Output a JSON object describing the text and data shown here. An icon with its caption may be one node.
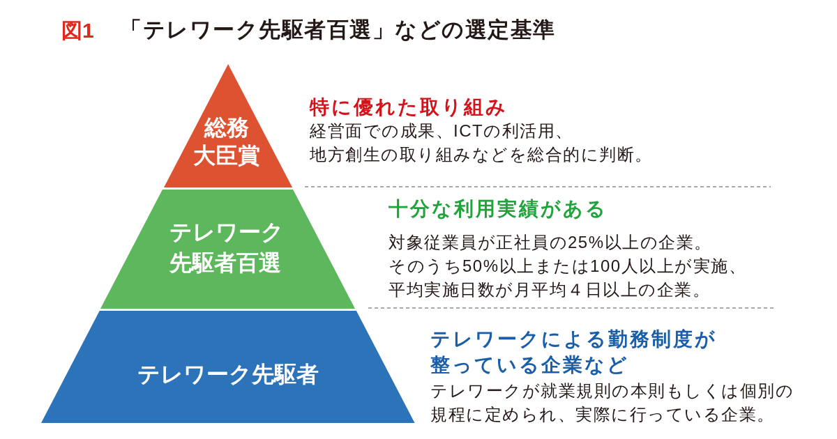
{
  "diagram": {
    "title": "「テレワーク先駆者百選」などの選定基準",
    "nodes": [
      {
        "text": [
          "総務大臣賞"
        ],
        "beside": [
          "特に優れた取り組み",
          "経営面での成果、ICTの利活用、地方創生の取り組みなどを総合的に判断。"
        ]
      },
      {
        "text": [
          "テレワーク先駆者百選"
        ],
        "beside": [
          "十分な利用実績がある",
          "対象従業員が正社員の25%以上の企業。そのうち50%以上または100人以上が実施、平均実施日数が月平均４日以上の企業。"
        ]
      },
      {
        "text": [
          "テレワーク先駆者"
        ],
        "beside": [
          "テレワークによる勤務制度が整っている企業など",
          "テレワークが就業規則の本則もしくは個別の規程に定められ、実際に行っている企業。"
        ]
      }
    ],
    "labels": [
      "図1"
    ]
  }
}
